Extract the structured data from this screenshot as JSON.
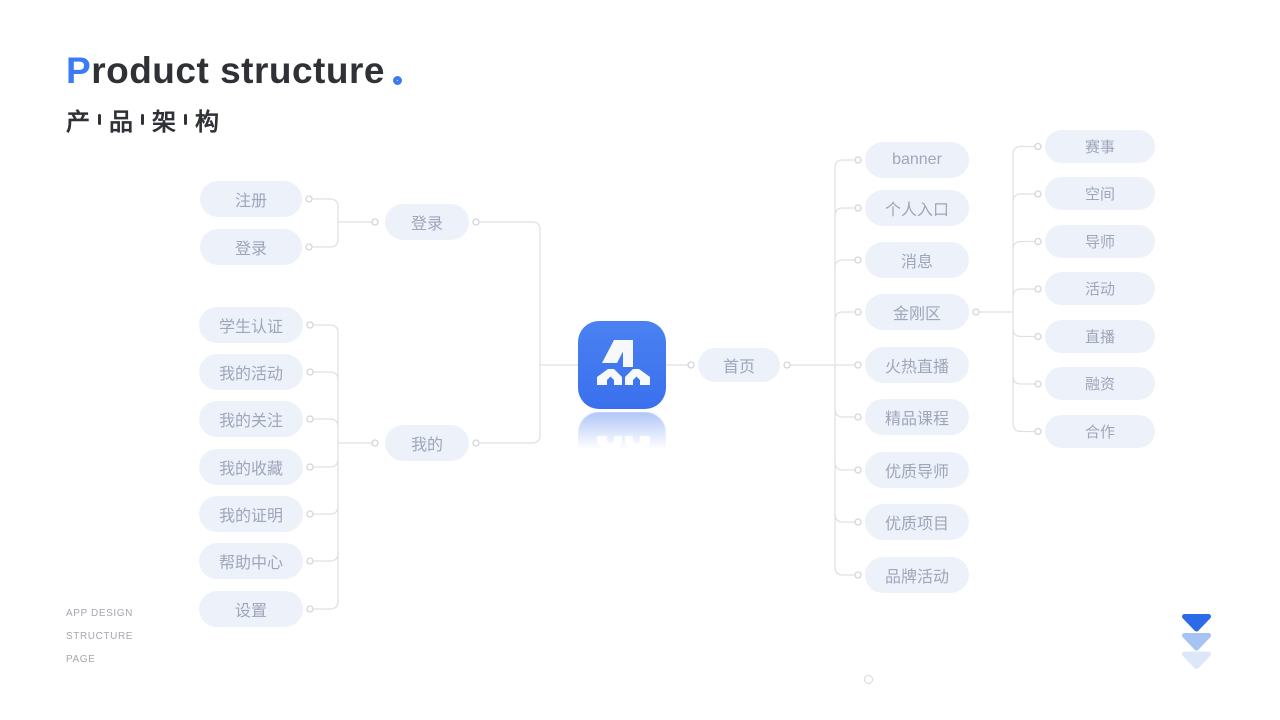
{
  "header": {
    "title_lead": "P",
    "title_rest": "roduct structure",
    "title_period": "。",
    "subtitle_chars": [
      "产",
      "品",
      "架",
      "构"
    ]
  },
  "tree": {
    "auth_children": [
      "注册",
      "登录"
    ],
    "auth_parent": "登录",
    "mine_parent": "我的",
    "mine_children": [
      "学生认证",
      "我的活动",
      "我的关注",
      "我的收藏",
      "我的证明",
      "帮助中心",
      "设置"
    ],
    "root": "首页",
    "home_children": [
      "banner",
      "个人入口",
      "消息",
      "金刚区",
      "火热直播",
      "精品课程",
      "优质导师",
      "优质项目",
      "品牌活动"
    ],
    "grid_children": [
      "赛事",
      "空间",
      "导师",
      "活动",
      "直播",
      "融资",
      "合作"
    ]
  },
  "footer": {
    "lines": [
      "APP DESIGN",
      "STRUCTURE",
      "PAGE"
    ]
  },
  "colors": {
    "accent_blue": "#3D7BF6",
    "icon_blue": "#3F76F0",
    "pill_bg": "#EDF1FA",
    "pill_text": "#9EA6BA",
    "connector": "#DFE1E6",
    "title_text": "#2F3136",
    "footer_text": "#A4A7AF",
    "triangle_1": "#2D6AE8",
    "triangle_2": "#A6C3F1",
    "triangle_3": "#DCE8F9"
  }
}
